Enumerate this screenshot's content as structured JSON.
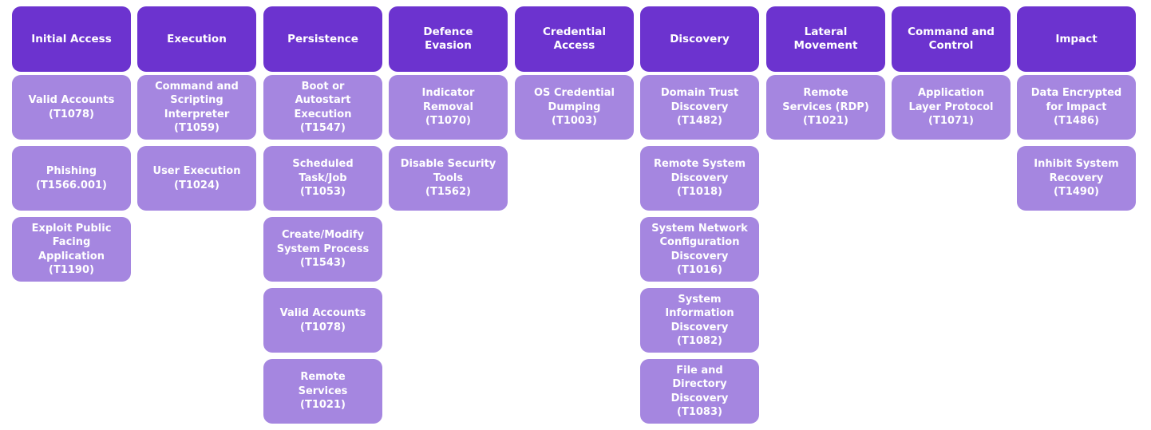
{
  "tactics": [
    {
      "id": "initial-access",
      "name": "Initial Access",
      "techniques": [
        "Valid Accounts\n(T1078)",
        "Phishing\n(T1566.001)",
        "Exploit Public\nFacing\nApplication\n(T1190)"
      ]
    },
    {
      "id": "execution",
      "name": "Execution",
      "techniques": [
        "Command and\nScripting\nInterpreter\n(T1059)",
        "User Execution\n(T1024)"
      ]
    },
    {
      "id": "persistence",
      "name": "Persistence",
      "techniques": [
        "Boot or\nAutostart\nExecution\n(T1547)",
        "Scheduled\nTask/Job\n(T1053)",
        "Create/Modify\nSystem Process\n(T1543)",
        "Valid Accounts\n(T1078)",
        "Remote\nServices\n(T1021)"
      ]
    },
    {
      "id": "defence-evasion",
      "name": "Defence\nEvasion",
      "techniques": [
        "Indicator\nRemoval\n(T1070)",
        "Disable Security\nTools\n(T1562)"
      ]
    },
    {
      "id": "credential-access",
      "name": "Credential\nAccess",
      "techniques": [
        "OS Credential\nDumping\n(T1003)"
      ]
    },
    {
      "id": "discovery",
      "name": "Discovery",
      "techniques": [
        "Domain Trust\nDiscovery\n(T1482)",
        "Remote System\nDiscovery\n(T1018)",
        "System Network\nConfiguration\nDiscovery\n(T1016)",
        "System\nInformation\nDiscovery\n(T1082)",
        "File and\nDirectory\nDiscovery\n(T1083)"
      ]
    },
    {
      "id": "lateral-movement",
      "name": "Lateral\nMovement",
      "techniques": [
        "Remote\nServices (RDP)\n(T1021)"
      ]
    },
    {
      "id": "command-and-control",
      "name": "Command and\nControl",
      "techniques": [
        "Application\nLayer Protocol\n(T1071)"
      ]
    },
    {
      "id": "impact",
      "name": "Impact",
      "techniques": [
        "Data Encrypted\nfor Impact\n(T1486)",
        "Inhibit System\nRecovery\n(T1490)"
      ]
    }
  ],
  "colors": {
    "tactic": "#6c33cf",
    "technique": "#a586e0",
    "text": "#ffffff"
  }
}
